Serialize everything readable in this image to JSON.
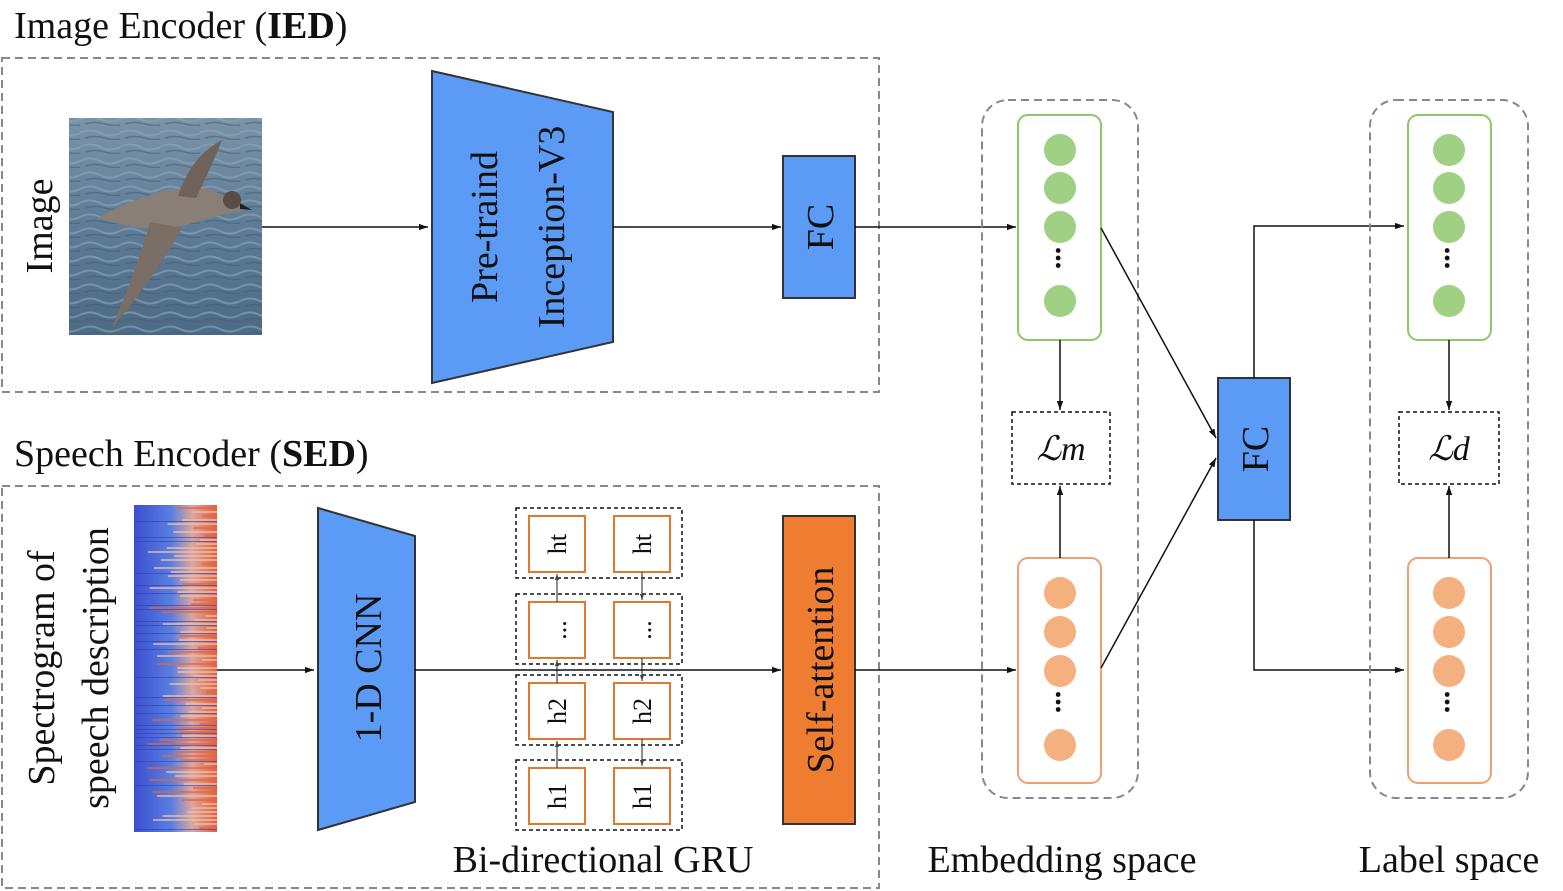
{
  "image_encoder": {
    "title_prefix": "Image Encoder (",
    "title_abbr": "IED",
    "title_suffix": ")",
    "input_label": "Image",
    "backbone_line1": "Pre-traind",
    "backbone_line2": "Inception-V3",
    "fc_label": "FC"
  },
  "speech_encoder": {
    "title_prefix": "Speech Encoder (",
    "title_abbr": "SED",
    "title_suffix": ")",
    "input_line1": "Spectrogram of",
    "input_line2": "speech description",
    "cnn_label": "1-D CNN",
    "gru_caption": "Bi-directional GRU",
    "gru_cells": [
      "ht",
      "...",
      "h2",
      "h1"
    ],
    "attention_label": "Self-attention"
  },
  "embedding_space": {
    "caption": "Embedding space",
    "loss_label": "ℒm",
    "dots": "..."
  },
  "shared_fc": {
    "label": "FC"
  },
  "label_space": {
    "caption": "Label space",
    "loss_label": "ℒd",
    "dots": "..."
  },
  "colors": {
    "encoder_blue": "#5b9bf5",
    "attention_orange": "#ef7d31",
    "image_green": "#9fd084",
    "speech_orange": "#f5b07f",
    "green_border": "#8cc866",
    "orange_border": "#f0a070",
    "gru_cell_border": "#e07830"
  }
}
